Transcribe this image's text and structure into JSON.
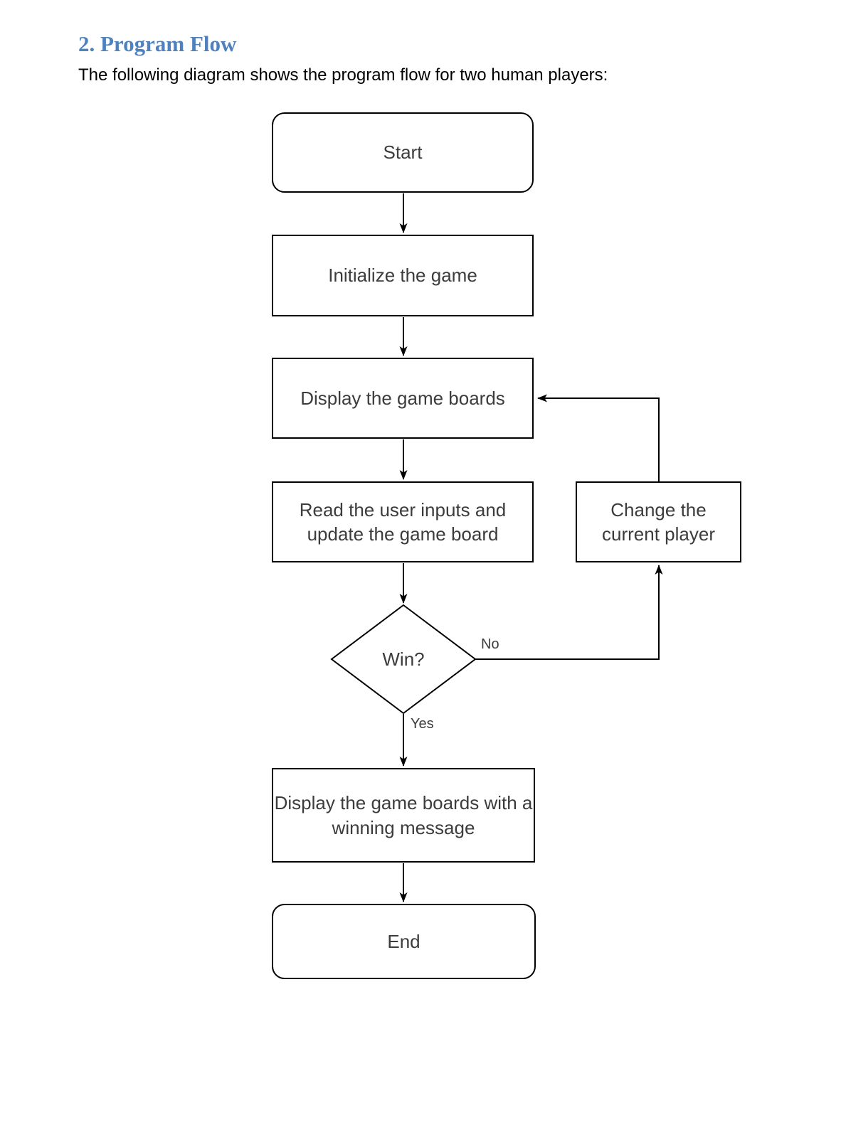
{
  "document": {
    "heading": "2. Program Flow",
    "intro": "The following diagram shows the program flow for two human players:"
  },
  "flowchart": {
    "nodes": {
      "start": {
        "label": "Start",
        "shape": "rounded-rect"
      },
      "initialize": {
        "label": "Initialize the game",
        "shape": "rect"
      },
      "display_boards": {
        "label": "Display the game boards",
        "shape": "rect"
      },
      "read_inputs": {
        "label": "Read the user inputs and update the game board",
        "shape": "rect"
      },
      "win_decision": {
        "label": "Win?",
        "shape": "diamond"
      },
      "change_player": {
        "label": "Change the current player",
        "shape": "rect"
      },
      "display_winner": {
        "label": "Display the game boards with a winning message",
        "shape": "rect"
      },
      "end": {
        "label": "End",
        "shape": "rounded-rect"
      }
    },
    "edge_labels": {
      "no": "No",
      "yes": "Yes"
    },
    "edges": [
      {
        "from": "start",
        "to": "initialize",
        "label": ""
      },
      {
        "from": "initialize",
        "to": "display_boards",
        "label": ""
      },
      {
        "from": "display_boards",
        "to": "read_inputs",
        "label": ""
      },
      {
        "from": "read_inputs",
        "to": "win_decision",
        "label": ""
      },
      {
        "from": "win_decision",
        "to": "change_player",
        "label": "No"
      },
      {
        "from": "change_player",
        "to": "display_boards",
        "label": ""
      },
      {
        "from": "win_decision",
        "to": "display_winner",
        "label": "Yes"
      },
      {
        "from": "display_winner",
        "to": "end",
        "label": ""
      }
    ],
    "colors": {
      "heading_text": "#4f81bd",
      "body_text": "#000000",
      "node_border": "#000000",
      "node_fill": "#ffffff",
      "node_text": "#3c3c3c",
      "connector": "#000000"
    }
  }
}
